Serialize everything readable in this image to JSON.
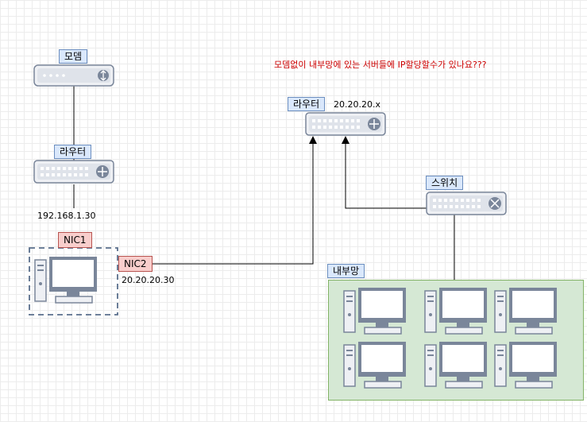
{
  "diagram": {
    "question": "모뎀없이 내부망에 있는 서버들에 IP할당할수가 있나요???",
    "modem": {
      "label": "모뎀"
    },
    "router_left": {
      "label": "라우터",
      "ip": "192.168.1.30"
    },
    "pc": {
      "nic1": "NIC1",
      "nic2": "NIC2",
      "nic2_ip": "20.20.20.30"
    },
    "router_right": {
      "label": "라우터",
      "ip": "20.20.20.x"
    },
    "switch": {
      "label": "스위치"
    },
    "internal_network": {
      "label": "내부망",
      "server_count": 6
    }
  }
}
